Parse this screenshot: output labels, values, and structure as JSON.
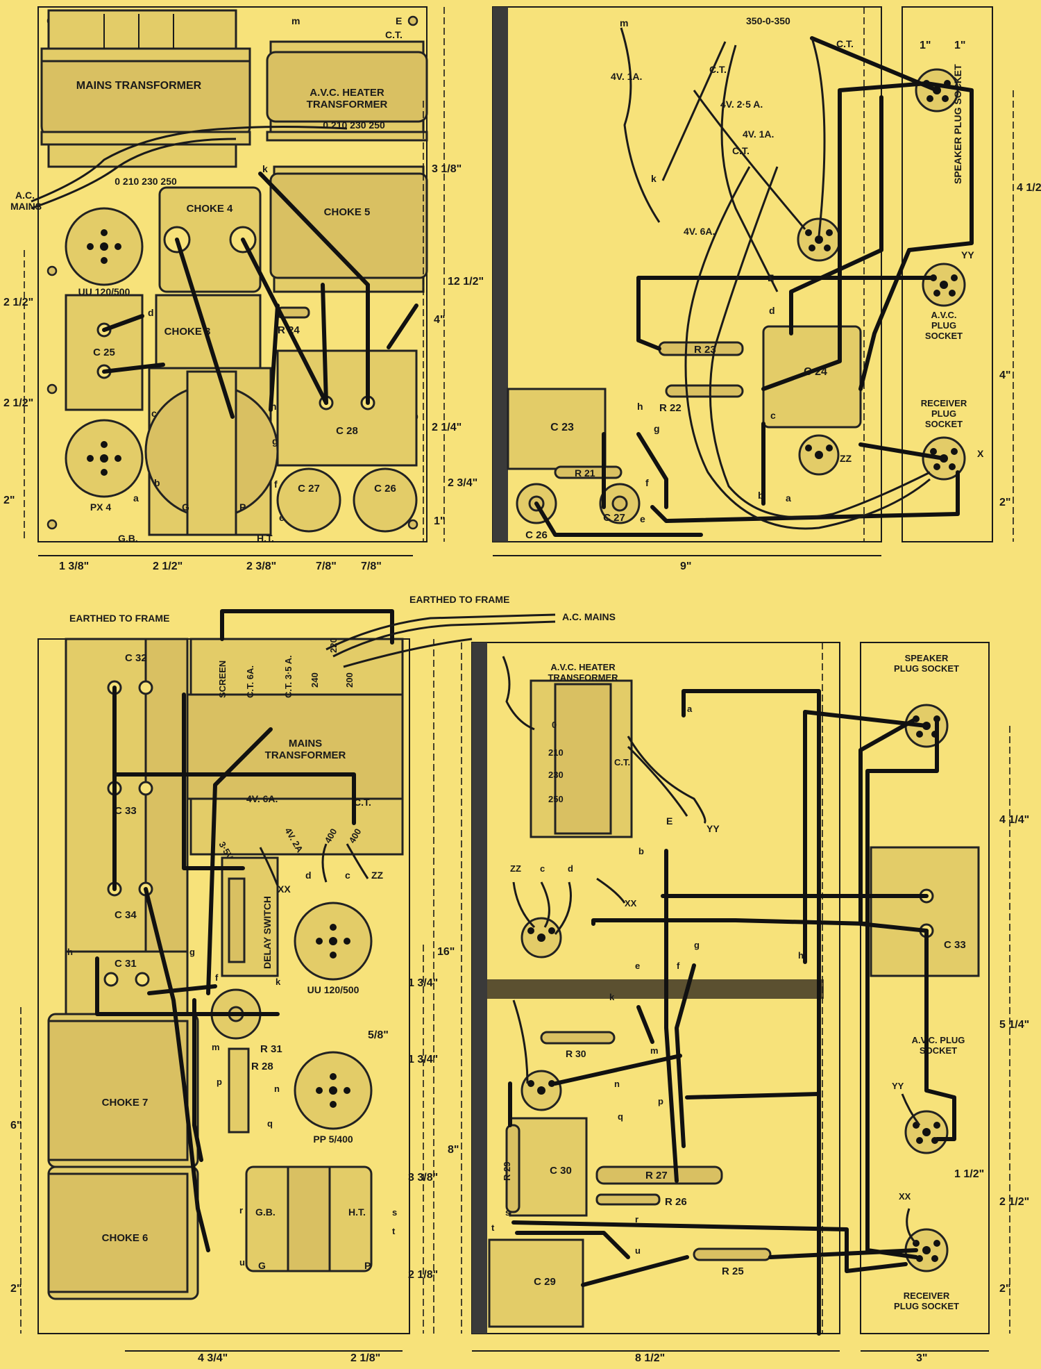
{
  "diagram_data": {
    "labels": {
      "top_left": {
        "mains_tx": "MAINS TRANSFORMER",
        "avc_tx_1": "A.V.C. HEATER",
        "avc_tx_2": "TRANSFORMER",
        "choke4": "CHOKE 4",
        "choke5": "CHOKE 5",
        "choke3": "CHOKE 3",
        "uu": "UU 120/500",
        "c25": "C 25",
        "px4": "PX 4",
        "c28": "C 28",
        "c27": "C 27",
        "c26": "C 26",
        "r24": "R 24",
        "ac1": "A.C.",
        "ac2": "MAINS",
        "gb": "G.B.",
        "ht": "H.T.",
        "m": "m",
        "e": "E",
        "ct": "C.T.",
        "k": "k",
        "d": "d",
        "c": "c",
        "h": "h",
        "g": "g",
        "a": "a",
        "b": "b",
        "f": "f",
        "e2": "e",
        "G": "G",
        "P": "P",
        "taps_a": "0  210  230 250",
        "taps_b": "0    210    230  250",
        "dims": [
          "3 1/8\"",
          "12 1/2\"",
          "4\"",
          "2 1/4\"",
          "2 3/4\"",
          "1\"",
          "2 1/2\"",
          "2 1/2\"",
          "2\"",
          "1 3/8\"",
          "2 1/2\"",
          "2 3/8\"",
          "7/8\"",
          "7/8\""
        ]
      },
      "top_right": {
        "r350": "350-0-350",
        "ct": "C.T.",
        "v41": "4V. 1A.",
        "v425": "4V. 2·5 A.",
        "v41b": "4V. 1A.",
        "ct2": "C.T.",
        "v46": "4V. 6A.",
        "ct3": "C.T.",
        "r23": "R 23",
        "r22": "R 22",
        "c24": "C 24",
        "c23": "C 23",
        "r21": "R 21",
        "c26": "C 26",
        "c27": "C 27",
        "speaker": "SPEAKER PLUG SOCKET",
        "avc1": "A.V.C.",
        "avc2": "PLUG",
        "avc3": "SOCKET",
        "rec1": "RECEIVER",
        "rec2": "PLUG",
        "rec3": "SOCKET",
        "yy": "YY",
        "zz": "ZZ",
        "x": "X",
        "m": "m",
        "k": "k",
        "e": "E",
        "d": "d",
        "h": "h",
        "g": "g",
        "c": "c",
        "b": "b",
        "a": "a",
        "f": "f",
        "e2": "e",
        "dims": [
          "1\"",
          "1\"",
          "4 1/2\"",
          "4\"",
          "2\"",
          "9\""
        ]
      },
      "bottom_left": {
        "earthed": "EARTHED TO FRAME",
        "c32": "C 32",
        "screen": "SCREEN",
        "ct6": "C.T. 6A.",
        "ct35": "C.T. 3·5 A.",
        "t240": "240",
        "t220": "220",
        "t200": "200",
        "mains1": "MAINS",
        "mains2": "TRANSFORMER",
        "v46": "4V. 6A.",
        "ct": "C.T.",
        "c33": "C 33",
        "v35": "3·5V. 2A.",
        "v42": "4V. 2A.",
        "t400a": "400",
        "t400b": "400",
        "xx": "XX",
        "zz": "ZZ",
        "c34": "C 34",
        "delay": "DELAY SWITCH",
        "uu": "UU 120/500",
        "c31": "C 31",
        "r31": "R 31",
        "r28": "R 28",
        "pp": "PP 5/400",
        "choke7": "CHOKE 7",
        "choke6": "CHOKE 6",
        "gb": "G.B.",
        "ht": "H.T.",
        "G": "G",
        "P": "P",
        "h": "h",
        "g": "g",
        "f": "f",
        "k": "k",
        "m": "m",
        "p": "p",
        "n": "n",
        "q": "q",
        "r": "r",
        "s": "s",
        "t": "t",
        "u": "u",
        "d": "d",
        "c": "c",
        "dims": [
          "16\"",
          "1 3/4\"",
          "5/8\"",
          "1 3/4\"",
          "3 3/8\"",
          "2 1/8\"",
          "6\"",
          "2\"",
          "4 3/4\"",
          "2 1/8\""
        ]
      },
      "bottom_right": {
        "earthed": "EARTHED TO FRAME",
        "acmains": "A.C. MAINS",
        "avc1": "A.V.C. HEATER",
        "avc2": "TRANSFORMER",
        "t0": "0",
        "t210": "210",
        "t230": "230",
        "t250": "250",
        "ct": "C.T.",
        "e": "E",
        "yy": "YY",
        "spk1": "SPEAKER",
        "spk2": "PLUG SOCKET",
        "zz": "ZZ",
        "xx": "XX",
        "c33": "C 33",
        "r30": "R 30",
        "c30": "C 30",
        "r29": "R 29",
        "r27": "R 27",
        "r26": "R 26",
        "r25": "R 25",
        "c29": "C 29",
        "avcp1": "A.V.C. PLUG",
        "avcp2": "SOCKET",
        "yy2": "YY",
        "xx2": "XX",
        "rec1": "RECEIVER",
        "rec2": "PLUG SOCKET",
        "a": "a",
        "b": "b",
        "c": "c",
        "d": "d",
        "e2": "e",
        "f": "f",
        "g": "g",
        "h": "h",
        "k": "k",
        "m": "m",
        "n": "n",
        "p": "p",
        "q": "q",
        "r": "r",
        "s": "s",
        "t": "t",
        "u": "u",
        "dims": [
          "8\"",
          "8 1/2\"",
          "4 1/4\"",
          "5 1/4\"",
          "1 1/2\"",
          "2 1/2\"",
          "2\"",
          "3\""
        ]
      }
    }
  }
}
